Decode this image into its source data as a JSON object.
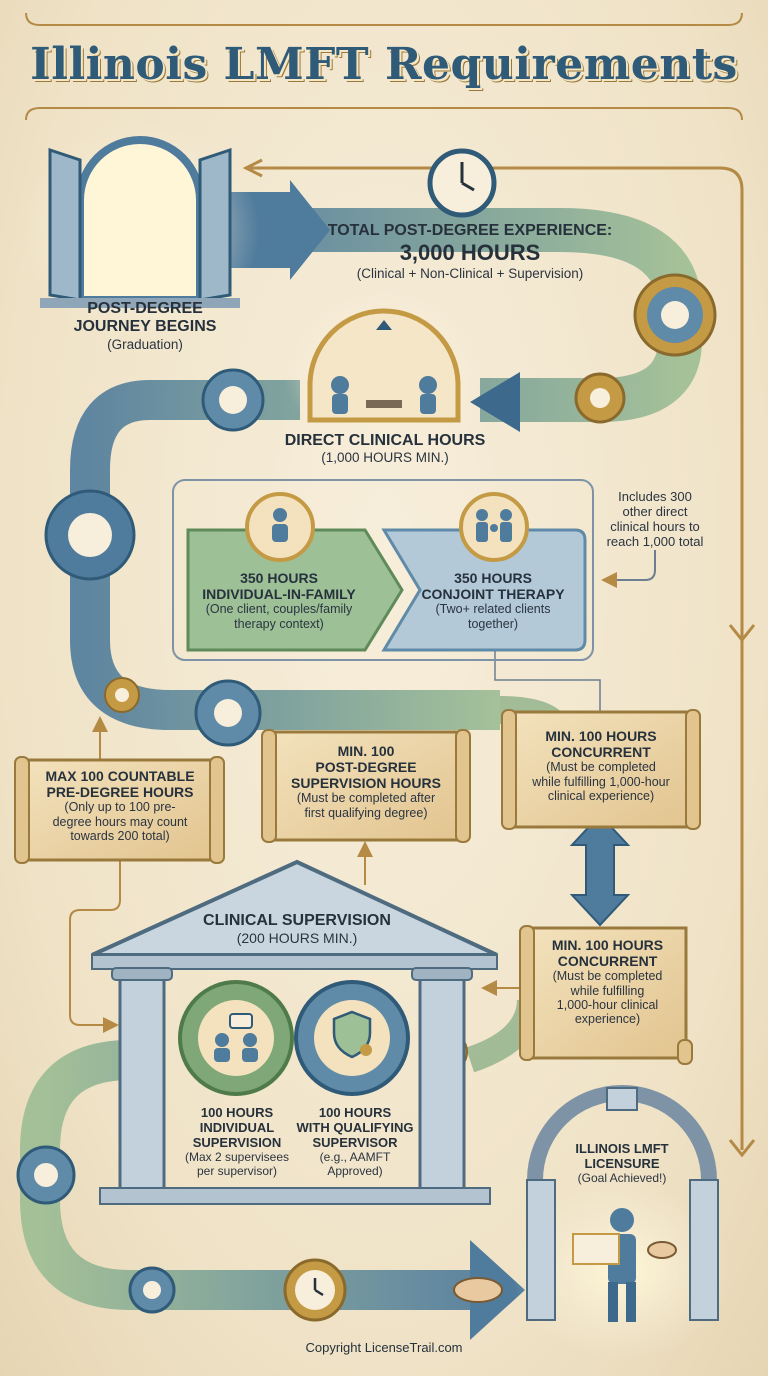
{
  "title": "Illinois LMFT Requirements",
  "start": {
    "heading_line1": "POST-DEGREE",
    "heading_line2": "JOURNEY BEGINS",
    "sub": "(Graduation)"
  },
  "total": {
    "heading": "TOTAL POST-DEGREE EXPERIENCE:",
    "hours": "3,000 HOURS",
    "sub": "(Clinical + Non-Clinical + Supervision)"
  },
  "direct": {
    "heading": "DIRECT CLINICAL HOURS",
    "sub": "(1,000 HOURS MIN.)"
  },
  "includes_note": {
    "line1": "Includes 300",
    "line2": "other direct",
    "line3": "clinical hours to",
    "line4": "reach 1,000 total"
  },
  "individual_in_family": {
    "line1": "350 HOURS",
    "line2": "INDIVIDUAL-IN-FAMILY",
    "sub1": "(One client, couples/family",
    "sub2": "therapy context)"
  },
  "conjoint": {
    "line1": "350 HOURS",
    "line2": "CONJOINT THERAPY",
    "sub1": "(Two+ related clients",
    "sub2": "together)"
  },
  "max_pre_degree": {
    "line1": "MAX 100 COUNTABLE",
    "line2": "PRE-DEGREE HOURS",
    "sub1": "(Only up to 100 pre-",
    "sub2": "degree hours may count",
    "sub3": "towards 200 total)"
  },
  "min_post_degree": {
    "line1": "MIN. 100",
    "line2": "POST-DEGREE",
    "line3": "SUPERVISION HOURS",
    "sub1": "(Must be completed after",
    "sub2": "first qualifying degree)"
  },
  "concurrent_top": {
    "line1": "MIN. 100 HOURS",
    "line2": "CONCURRENT",
    "sub1": "(Must be completed",
    "sub2": "while fulfilling 1,000-hour",
    "sub3": "clinical experience)"
  },
  "concurrent_bottom": {
    "line1": "MIN. 100 HOURS",
    "line2": "CONCURRENT",
    "sub1": "(Must be completed",
    "sub2": "while fulfilling",
    "sub3": "1,000-hour clinical",
    "sub4": "experience)"
  },
  "supervision": {
    "heading": "CLINICAL SUPERVISION",
    "sub": "(200 HOURS MIN.)"
  },
  "individual_supervision": {
    "line1": "100 HOURS",
    "line2": "INDIVIDUAL",
    "line3": "SUPERVISION",
    "sub1": "(Max 2 supervisees",
    "sub2": "per supervisor)"
  },
  "qualifying_supervisor": {
    "line1": "100 HOURS",
    "line2": "WITH QUALIFYING",
    "line3": "SUPERVISOR",
    "sub1": "(e.g., AAMFT",
    "sub2": "Approved)"
  },
  "licensure": {
    "line1": "ILLINOIS LMFT",
    "line2": "LICENSURE",
    "sub": "(Goal Achieved!)"
  },
  "copyright": "Copyright LicenseTrail.com",
  "colors": {
    "navy": "#2f5a78",
    "path_blue": "#5f8aa8",
    "path_green": "#8fb08a",
    "gold": "#c49a45",
    "parchment": "#efdcb4",
    "cream": "#f7eedb"
  }
}
